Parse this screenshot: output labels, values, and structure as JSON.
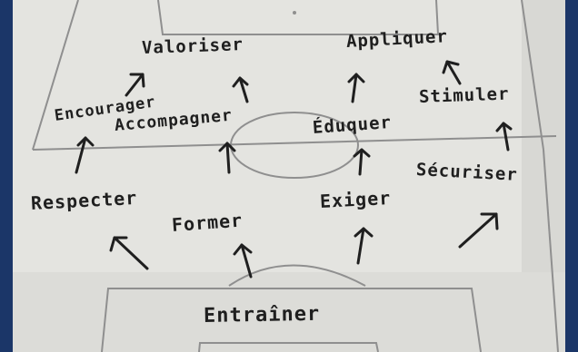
{
  "whiteboard": {
    "words": {
      "valoriser": "Valoriser",
      "appliquer": "Appliquer",
      "encourager": "Encourager",
      "accompagner": "Accompagner",
      "eduquer": "Éduquer",
      "stimuler": "Stimuler",
      "securiser": "Sécuriser",
      "respecter": "Respecter",
      "former": "Former",
      "exiger": "Exiger",
      "entrainer": "Entraîner"
    },
    "colors": {
      "board": "#e6e6e3",
      "ink": "#1f1f1f",
      "frame": "#1b3668",
      "lines": "#8f8f8f"
    }
  }
}
